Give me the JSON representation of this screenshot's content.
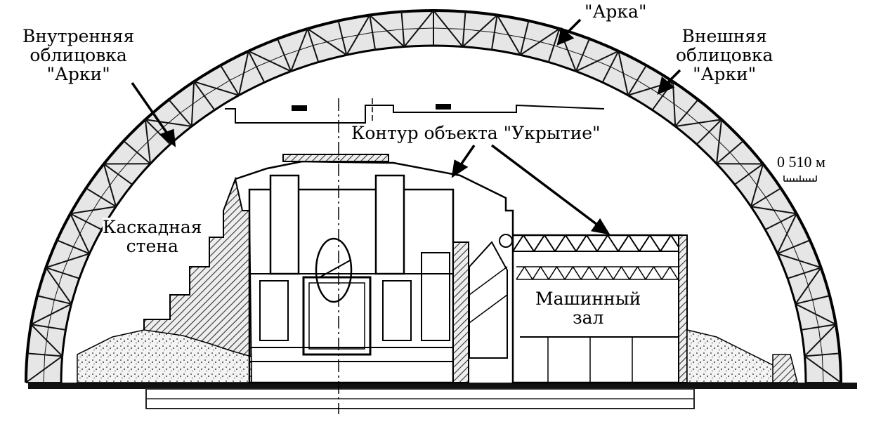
{
  "labels": {
    "inner_cladding": [
      "Внутренняя",
      "облицовка",
      "\"Арки\""
    ],
    "arch": "\"Арка\"",
    "outer_cladding": [
      "Внешняя",
      "облицовка",
      "\"Арки\""
    ],
    "shelter_contour": "Контур объекта \"Укрытие\"",
    "cascade_wall": [
      "Каскадная",
      "стена"
    ],
    "turbine_hall": [
      "Машинный",
      "зал"
    ]
  },
  "scale_bar": {
    "ticks": [
      "0",
      "5",
      "10"
    ],
    "unit": "м"
  },
  "colors": {
    "ink": "#000000",
    "paper": "#ffffff",
    "hatch": "#555555",
    "fill": "#dcdcdc"
  }
}
